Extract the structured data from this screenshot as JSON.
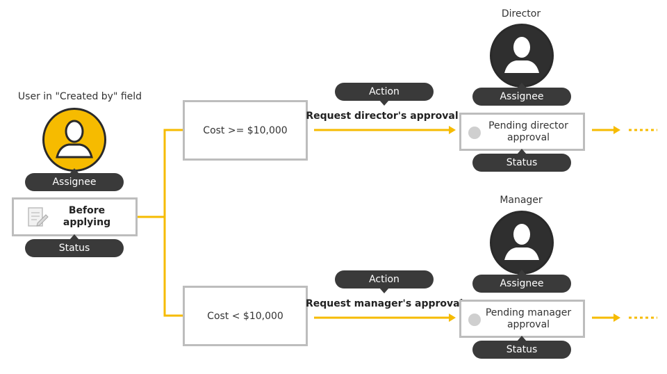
{
  "creator": {
    "caption": "User in \"Created by\" field",
    "assignee_label": "Assignee",
    "status_text": "Before applying",
    "status_label": "Status",
    "avatar_color": "#f6bb00",
    "document_icon": "document-edit-icon"
  },
  "branches": [
    {
      "condition": "Cost >= $10,000",
      "action_label": "Action",
      "action_text": "Request director's approval",
      "role_caption": "Director",
      "assignee_label": "Assignee",
      "status_text": "Pending director approval",
      "status_label": "Status"
    },
    {
      "condition": "Cost < $10,000",
      "action_label": "Action",
      "action_text": "Request manager's approval",
      "role_caption": "Manager",
      "assignee_label": "Assignee",
      "status_text": "Pending manager approval",
      "status_label": "Status"
    }
  ],
  "colors": {
    "connector": "#f6bb00",
    "pill": "#3a3a3a",
    "box_border": "#bdbdbd",
    "dark_avatar": "#2f2f2f"
  }
}
